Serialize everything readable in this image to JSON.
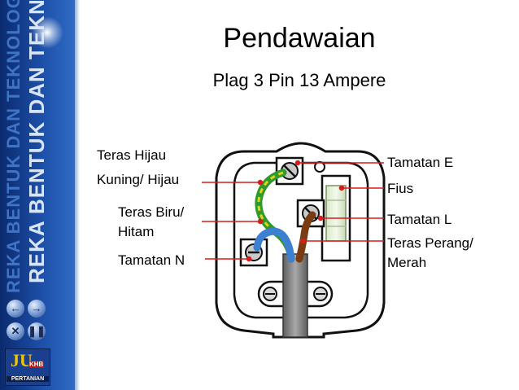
{
  "sidebar": {
    "vertical_text_dark": "REKA BENTUK DAN TEKNOLOGI",
    "vertical_text_light": "REKA BENTUK DAN TEKNOLOGI",
    "nav_icons": [
      "arrow-left-icon",
      "arrow-right-icon",
      "close-icon",
      "pause-icon"
    ],
    "logo": {
      "main": "JU",
      "badge": "KHB",
      "caption": "PERTANIAN"
    }
  },
  "slide": {
    "title": "Pendawaian",
    "subtitle": "Plag 3 Pin 13 Ampere"
  },
  "labels": {
    "earth_core_line1": "Teras Hijau",
    "earth_core_line2": "Kuning/ Hijau",
    "neutral_core_line1": "Teras Biru/",
    "neutral_core_line2": "Hitam",
    "neutral_terminal": "Tamatan N",
    "earth_terminal": "Tamatan E",
    "fuse": "Fius",
    "live_terminal": "Tamatan L",
    "live_core_line1": "Teras Perang/",
    "live_core_line2": "Merah"
  },
  "colors": {
    "label_line": "#d81c1c",
    "earth_wire_green": "#2e9a2a",
    "earth_wire_yellow": "#e4d21a",
    "neutral_wire": "#3d7fd0",
    "live_wire": "#7a3b12",
    "cable_sheath": "#7f7f7f"
  }
}
